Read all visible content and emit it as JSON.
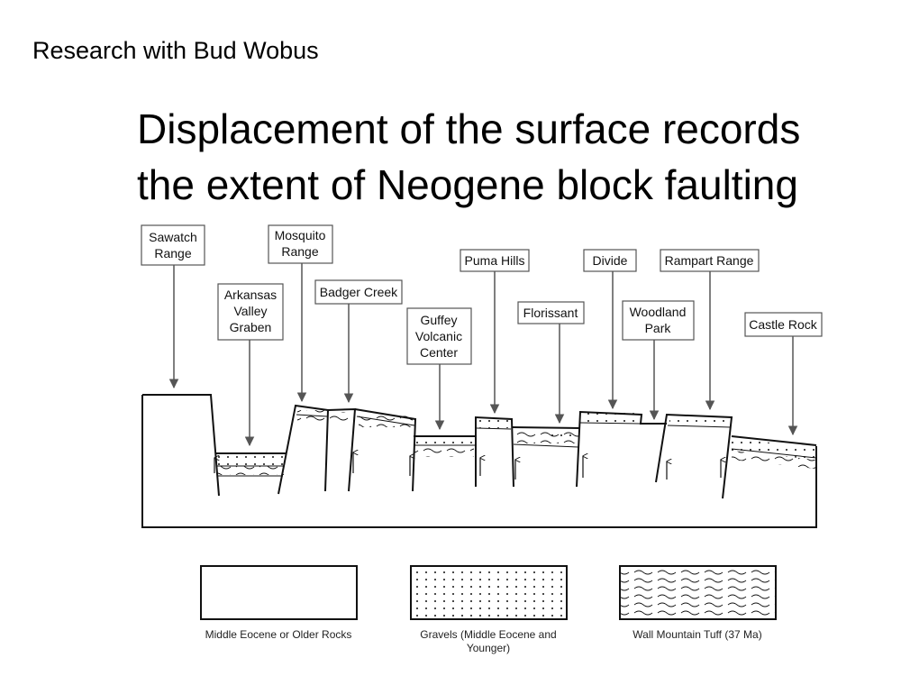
{
  "header": "Research with Bud Wobus",
  "title": {
    "line1": "Displacement of the surface records",
    "line2": "the extent of Neogene block faulting"
  },
  "callouts": {
    "sawatch": [
      "Sawatch",
      "Range"
    ],
    "arkansas": [
      "Arkansas",
      "Valley",
      "Graben"
    ],
    "mosquito": [
      "Mosquito",
      "Range"
    ],
    "badger": [
      "Badger Creek"
    ],
    "guffey": [
      "Guffey",
      "Volcanic",
      "Center"
    ],
    "puma": [
      "Puma Hills"
    ],
    "florissant": [
      "Florissant"
    ],
    "divide": [
      "Divide"
    ],
    "woodland": [
      "Woodland",
      "Park"
    ],
    "rampart": [
      "Rampart Range"
    ],
    "castle": [
      "Castle Rock"
    ]
  },
  "legend": {
    "older": [
      "Middle Eocene or Older Rocks"
    ],
    "gravels": [
      "Gravels (Middle Eocene and",
      "Younger)"
    ],
    "tuff": [
      "Wall Mountain Tuff (37 Ma)"
    ]
  },
  "colors": {
    "line": "#111111",
    "arrow": "#555555"
  }
}
